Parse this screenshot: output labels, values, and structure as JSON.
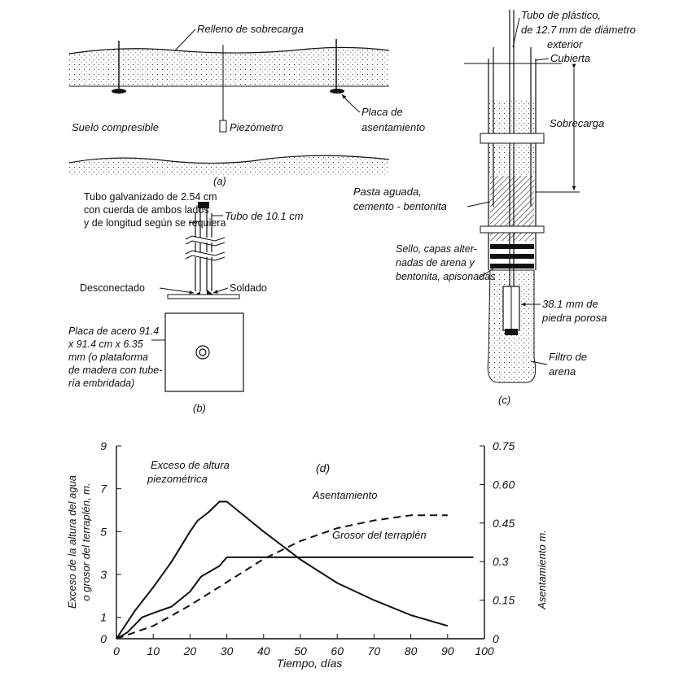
{
  "panel_a": {
    "fill_label": "Relleno de sobrecarga",
    "soil_label": "Suelo compresible",
    "piezometer_label": "Piezómetro",
    "plate_label_1": "Placa de",
    "plate_label_2": "asentamiento",
    "caption": "(a)"
  },
  "panel_b": {
    "pipe_label_1": "Tubo galvanizado de 2.54 cm",
    "pipe_label_2": "con cuerda de ambos lados",
    "pipe_label_3": "y de longitud según se requiera",
    "tube_label": "Tubo de 10.1 cm",
    "disconnected_label": "Desconectado",
    "welded_label": "Soldado",
    "plate_1": "Placa de acero 91.4",
    "plate_2": "x 91.4 cm x 6.35",
    "plate_3": "mm (o plataforma",
    "plate_4": "de madera con tube-",
    "plate_5": "ría embridada)",
    "caption": "(b)"
  },
  "panel_c": {
    "tube_1": "Tubo de plástico,",
    "tube_2": "de 12.7 mm de diámetro",
    "tube_3": "exterior",
    "cover_label": "Cubierta",
    "surcharge_label": "Sobrecarga",
    "grout_1": "Pasta aguada,",
    "grout_2": "cemento - bentonita",
    "seal_1": "Sello, capas alter-",
    "seal_2": "nadas de arena y",
    "seal_3": "bentonita, apisonadas",
    "stone_1": "38.1 mm de",
    "stone_2": "piedra porosa",
    "filter_1": "Filtro de",
    "filter_2": "arena",
    "caption": "(c)"
  },
  "chart_data": {
    "type": "line",
    "panel_label": "(d)",
    "xlabel": "Tiempo, días",
    "ylabel_left_1": "Exceso de la altura del agua",
    "ylabel_left_2": "o grosor del terraplén, m.",
    "ylabel_right": "Asentamiento m.",
    "xlim": [
      0,
      100
    ],
    "ylim_left": [
      0,
      9
    ],
    "ylim_right": [
      0,
      0.75
    ],
    "x_ticks": [
      "0",
      "10",
      "20",
      "30",
      "40",
      "50",
      "60",
      "70",
      "80",
      "90",
      "100"
    ],
    "y_left_ticks": [
      "0",
      "1",
      "3",
      "5",
      "7",
      "9"
    ],
    "y_right_ticks": [
      "0",
      "0.15",
      "0.3",
      "0.45",
      "0.60",
      "0.75"
    ],
    "grid": false,
    "series": [
      {
        "name": "Exceso de altura piezométrica",
        "axis": "left",
        "style": "solid",
        "x": [
          0,
          5,
          10,
          15,
          20,
          22,
          25,
          28,
          30,
          35,
          40,
          50,
          60,
          70,
          80,
          90
        ],
        "y": [
          0,
          1.3,
          2.4,
          3.6,
          5.0,
          5.5,
          5.9,
          6.4,
          6.4,
          5.7,
          5.0,
          3.7,
          2.6,
          1.8,
          1.1,
          0.6
        ]
      },
      {
        "name": "Grosor del terraplén",
        "axis": "left",
        "style": "solid",
        "x": [
          0,
          3,
          7,
          10,
          15,
          20,
          23,
          25,
          28,
          30,
          40,
          60,
          80,
          97
        ],
        "y": [
          0,
          0.3,
          1.0,
          1.2,
          1.5,
          2.2,
          2.9,
          3.1,
          3.4,
          3.8,
          3.8,
          3.8,
          3.8,
          3.8
        ]
      },
      {
        "name": "Asentamiento",
        "axis": "right",
        "style": "dashed",
        "x": [
          0,
          10,
          20,
          30,
          40,
          50,
          60,
          70,
          80,
          90
        ],
        "y": [
          0,
          0.05,
          0.13,
          0.22,
          0.31,
          0.38,
          0.43,
          0.46,
          0.48,
          0.48
        ]
      }
    ],
    "annotations": [
      {
        "text_1": "Exceso de altura",
        "text_2": "piezométrica"
      },
      {
        "text": "Asentamiento"
      },
      {
        "text": "Grosor del terraplén"
      }
    ]
  }
}
